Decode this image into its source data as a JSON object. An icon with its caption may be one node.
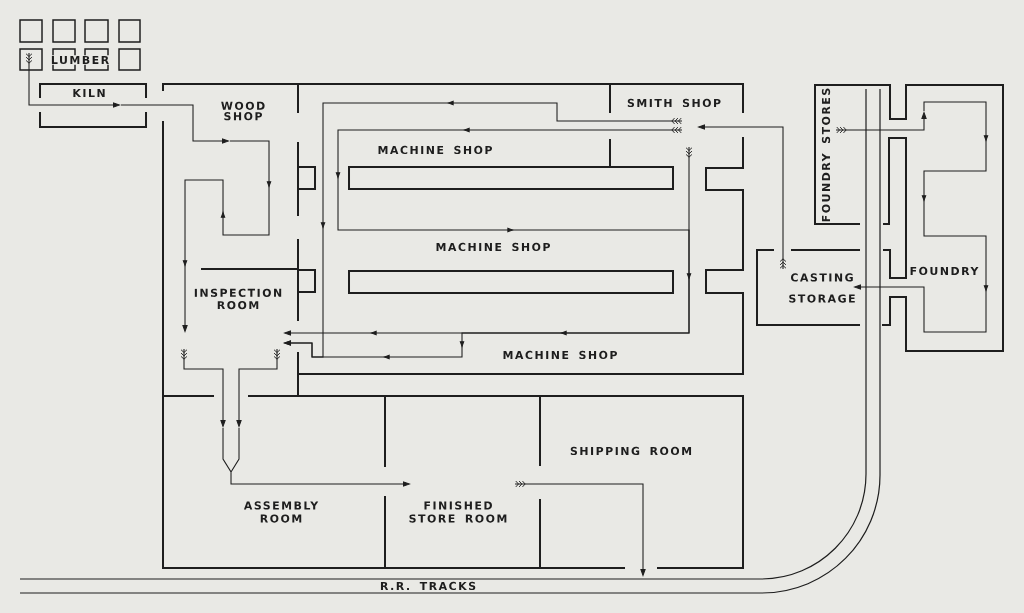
{
  "diagram": {
    "nodes": [
      {
        "text": [
          "LUMBER"
        ]
      },
      {
        "text": [
          "KILN"
        ]
      },
      {
        "text": [
          "WOOD SHOP"
        ]
      },
      {
        "text": [
          "SMITH SHOP"
        ]
      },
      {
        "text": [
          "MACHINE SHOP"
        ]
      },
      {
        "text": [
          "FOUNDRY STORES"
        ]
      },
      {
        "text": [
          "MACHINE SHOP"
        ]
      },
      {
        "text": [
          "INSPECTION ROOM"
        ]
      },
      {
        "text": [
          "CASTING STORAGE"
        ]
      },
      {
        "text": [
          "FOUNDRY"
        ]
      },
      {
        "text": [
          "MACHINE SHOP"
        ]
      },
      {
        "text": [
          "SHIPPING ROOM"
        ]
      },
      {
        "text": [
          "ASSEMBLY ROOM"
        ]
      },
      {
        "text": [
          "FINISHED STORE ROOM"
        ]
      }
    ],
    "edges": [
      {
        "from": 0,
        "to": 1,
        "arrow": "to"
      },
      {
        "from": 1,
        "to": 2,
        "arrow": "to"
      },
      {
        "from": 2,
        "to": 7,
        "arrow": "to"
      },
      {
        "from": 3,
        "to": 7,
        "arrow": "to"
      },
      {
        "from": 3,
        "to": 7,
        "arrow": "to"
      },
      {
        "from": 3,
        "to": 7,
        "arrow": "to"
      },
      {
        "from": 8,
        "to": 3,
        "arrow": "to"
      },
      {
        "from": 5,
        "to": 9,
        "arrow": "to"
      },
      {
        "from": 9,
        "to": 8,
        "arrow": "to"
      },
      {
        "from": 7,
        "to": 12,
        "arrow": "to"
      },
      {
        "from": 7,
        "to": 12,
        "arrow": "to"
      },
      {
        "from": 12,
        "to": 13,
        "arrow": "to"
      },
      {
        "from": 13,
        "to": null,
        "arrow": "to"
      }
    ],
    "labels": [
      "R.R. TRACKS"
    ]
  }
}
